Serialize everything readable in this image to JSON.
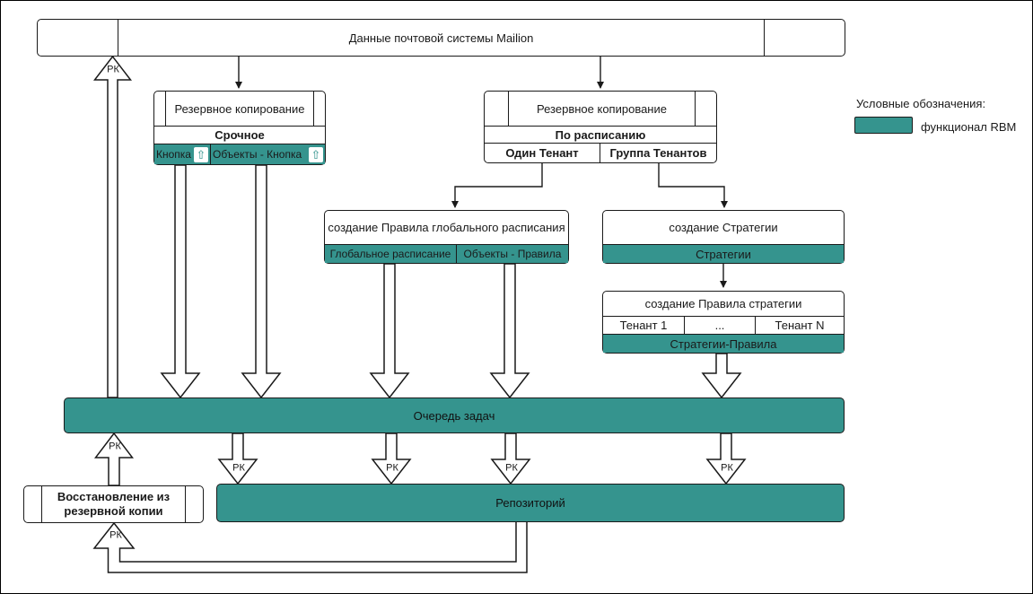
{
  "colors": {
    "accent_teal": "#35948E",
    "border": "#1A1A1A",
    "background": "#FFFFFF"
  },
  "labels": {
    "rk": "РК"
  },
  "icons": {
    "upload": "⇧"
  },
  "top_box": {
    "title": "Данные почтовой системы Mailion"
  },
  "backup_urgent": {
    "title": "Резервное копирование",
    "mode": "Срочное",
    "cells": [
      "Кнопка",
      "Объекты - Кнопка"
    ]
  },
  "backup_scheduled": {
    "title": "Резервное копирование",
    "mode": "По расписанию",
    "cells": [
      "Один Тенант",
      "Группа Тенантов"
    ]
  },
  "global_rule": {
    "title": "создание Правила глобального расписания",
    "cells": [
      "Глобальное расписание",
      "Объекты - Правила"
    ]
  },
  "strategy": {
    "title": "создание Стратегии",
    "bar": "Стратегии"
  },
  "strategy_rule": {
    "title": "создание Правила стратегии",
    "cells": [
      "Тенант 1",
      "...",
      "Тенант N"
    ],
    "bar": "Стратегии-Правила"
  },
  "queue": {
    "label": "Очередь задач"
  },
  "repository": {
    "label": "Репозиторий"
  },
  "restore": {
    "label": "Восстановление из резервной копии"
  },
  "legend": {
    "title": "Условные обозначения:",
    "item_label": "функционал RBM"
  }
}
